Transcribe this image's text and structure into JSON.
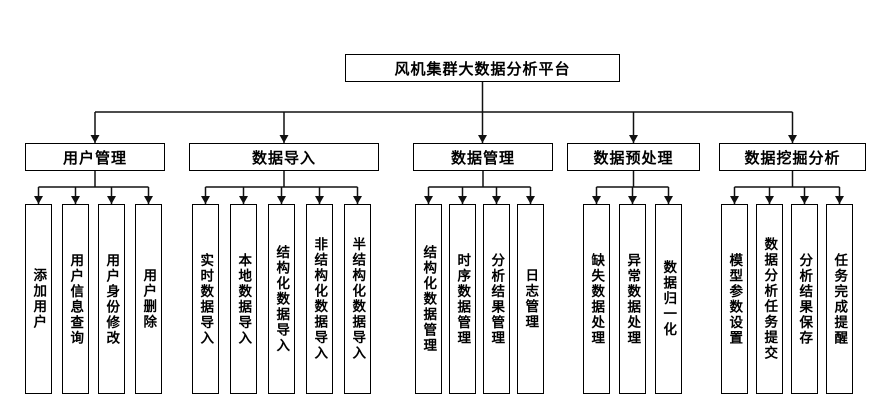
{
  "diagram": {
    "root": {
      "label": "风机集群大数据分析平台"
    },
    "branches": [
      {
        "label": "用户管理",
        "children": [
          "添加用户",
          "用户信息查询",
          "用户身份修改",
          "用户删除"
        ]
      },
      {
        "label": "数据导入",
        "children": [
          "实时数据导入",
          "本地数据导入",
          "结构化数据导入",
          "非结构化数据导入",
          "半结构化数据导入"
        ]
      },
      {
        "label": "数据管理",
        "children": [
          "结构化数据管理",
          "时序数据管理",
          "分析结果管理",
          "日志管理"
        ]
      },
      {
        "label": "数据预处理",
        "children": [
          "缺失数据处理",
          "异常数据处理",
          "数据归一化"
        ]
      },
      {
        "label": "数据挖掘分析",
        "children": [
          "模型参数设置",
          "数据分析任务提交",
          "分析结果保存",
          "任务完成提醒"
        ]
      }
    ],
    "colors": {
      "line": "#111111",
      "border": "#000000",
      "background": "#ffffff"
    }
  }
}
